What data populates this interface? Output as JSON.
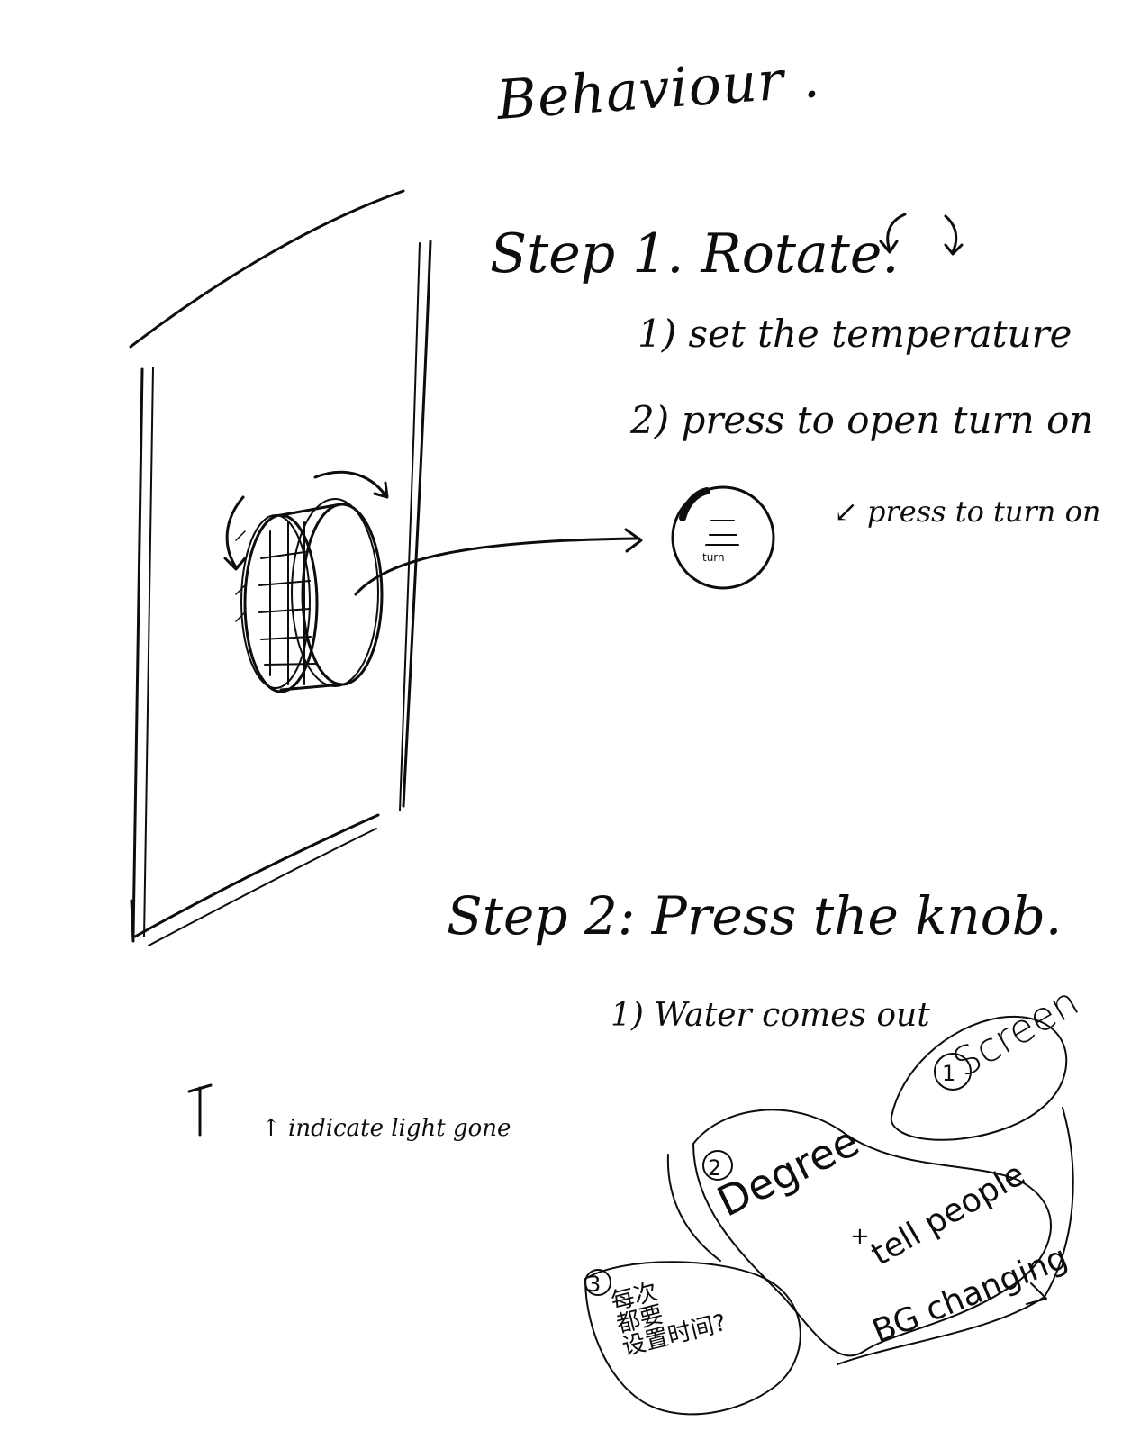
{
  "title": "Behaviour .",
  "step1": {
    "heading": "Step 1. Rotate.",
    "items": [
      "1) set the temperature",
      "2) press to open turn on"
    ],
    "annotation": "↙ press to turn on"
  },
  "step2": {
    "heading": "Step 2: Press the knob.",
    "items": [
      "1) Water comes out"
    ]
  },
  "indicator_note": "↑ indicate light gone",
  "bubbles": {
    "b1": {
      "number": "1",
      "text": "Screen"
    },
    "b2": {
      "number": "2",
      "text": "Degree",
      "plus": "+",
      "extra": "tell people",
      "bg": "BG changing"
    },
    "b3": {
      "number": "3",
      "lines": [
        "每次",
        "都要",
        "设置时间?"
      ]
    }
  },
  "dial_text": "turn"
}
